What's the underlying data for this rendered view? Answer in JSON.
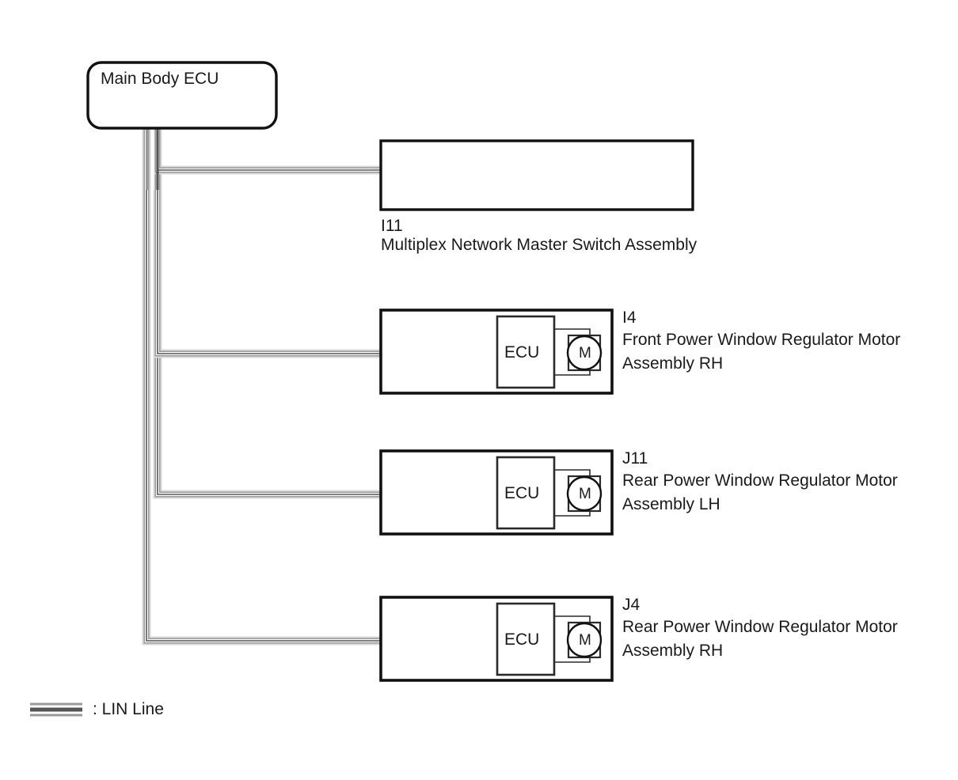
{
  "diagram": {
    "type": "automotive-lin-bus-wiring-diagram",
    "master": {
      "id": "main-body-ecu",
      "title": "Main Body ECU",
      "shape": "rounded-rectangle"
    },
    "nodes": [
      {
        "code": "I11",
        "name": "Multiplex Network Master Switch Assembly",
        "label_position": "below-box",
        "has_ecu_block": false,
        "has_motor_symbol": false,
        "ecu_label": "",
        "motor_label": ""
      },
      {
        "code": "I4",
        "name": "Front Power Window Regulator Motor\nAssembly RH",
        "label_position": "right-of-box",
        "has_ecu_block": true,
        "has_motor_symbol": true,
        "ecu_label": "ECU",
        "motor_label": "M"
      },
      {
        "code": "J11",
        "name": "Rear Power Window Regulator Motor\nAssembly LH",
        "label_position": "right-of-box",
        "has_ecu_block": true,
        "has_motor_symbol": true,
        "ecu_label": "ECU",
        "motor_label": "M"
      },
      {
        "code": "J4",
        "name": "Rear Power Window Regulator Motor\nAssembly RH",
        "label_position": "right-of-box",
        "has_ecu_block": true,
        "has_motor_symbol": true,
        "ecu_label": "ECU",
        "motor_label": "M"
      }
    ],
    "legend": {
      "swatch": "lin-line-triple-stripe",
      "text": ": LIN Line"
    },
    "colors": {
      "outline": "#111111",
      "bus_dark": "#555555",
      "bus_mid": "#9a9a9a",
      "bus_light": "#d8d8d8",
      "background": "#ffffff",
      "text": "#1a1a1a"
    }
  }
}
